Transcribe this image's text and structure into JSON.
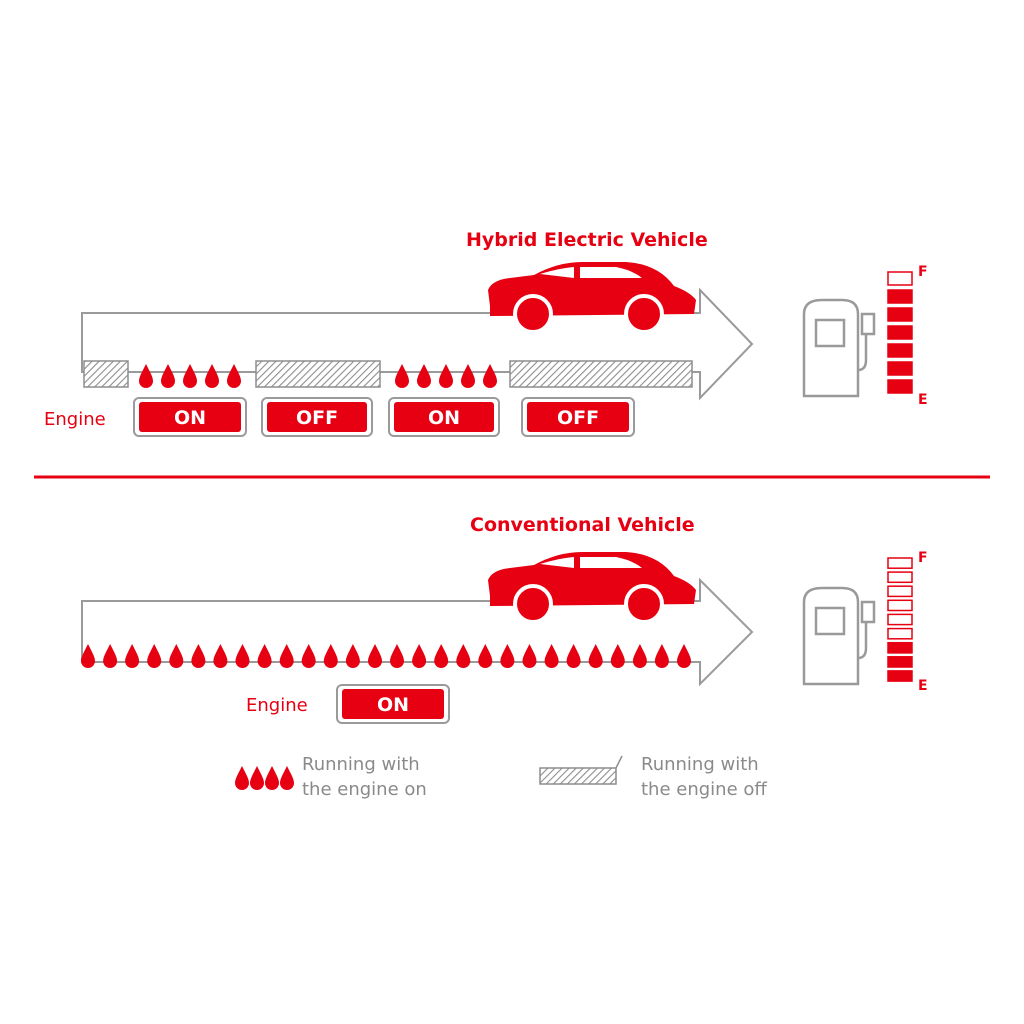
{
  "colors": {
    "accent": "#e60012",
    "outline": "#9a9a9a",
    "text_gray": "#8a8a8a"
  },
  "hybrid": {
    "title": "Hybrid Electric Vehicle",
    "engine_label": "Engine",
    "segments": [
      {
        "state": "off",
        "label": ""
      },
      {
        "state": "on",
        "label": "ON"
      },
      {
        "state": "off",
        "label": "OFF"
      },
      {
        "state": "on",
        "label": "ON"
      },
      {
        "state": "off",
        "label": "OFF"
      }
    ],
    "gauge": {
      "full_label": "F",
      "empty_label": "E",
      "total_bars": 7,
      "filled_bars": 6
    }
  },
  "conventional": {
    "title": "Conventional Vehicle",
    "engine_label": "Engine",
    "engine_state_label": "ON",
    "gauge": {
      "full_label": "F",
      "empty_label": "E",
      "total_bars": 9,
      "filled_bars": 3
    }
  },
  "legend": {
    "engine_on_line1": "Running with",
    "engine_on_line2": "the engine on",
    "engine_off_line1": "Running with",
    "engine_off_line2": "the engine off"
  },
  "icons": {
    "car": "car-icon",
    "fuel_pump": "fuel-pump-icon",
    "fuel_drop": "fuel-drop-icon"
  }
}
